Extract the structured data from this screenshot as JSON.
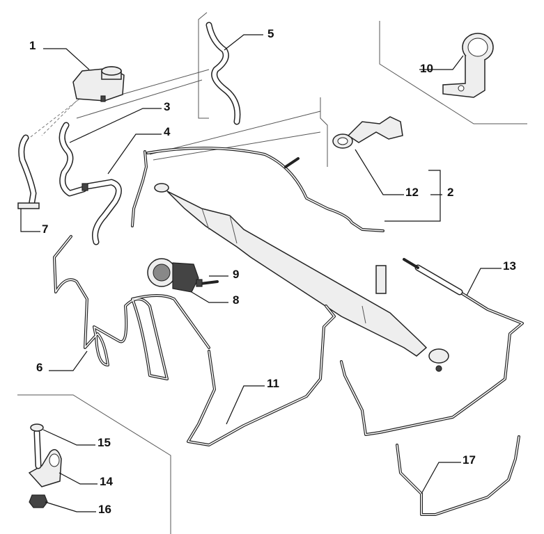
{
  "diagram": {
    "type": "exploded parts diagram - power steering system",
    "labels": [
      {
        "id": "1",
        "text": "1"
      },
      {
        "id": "2",
        "text": "2"
      },
      {
        "id": "3",
        "text": "3"
      },
      {
        "id": "4",
        "text": "4"
      },
      {
        "id": "5",
        "text": "5"
      },
      {
        "id": "6",
        "text": "6"
      },
      {
        "id": "7",
        "text": "7"
      },
      {
        "id": "8",
        "text": "8"
      },
      {
        "id": "9",
        "text": "9"
      },
      {
        "id": "10",
        "text": "10"
      },
      {
        "id": "11",
        "text": "11"
      },
      {
        "id": "12",
        "text": "12"
      },
      {
        "id": "13",
        "text": "13"
      },
      {
        "id": "14",
        "text": "14"
      },
      {
        "id": "15",
        "text": "15"
      },
      {
        "id": "16",
        "text": "16"
      },
      {
        "id": "17",
        "text": "17"
      }
    ],
    "colors": {
      "line": "#222222",
      "background": "#ffffff"
    }
  }
}
